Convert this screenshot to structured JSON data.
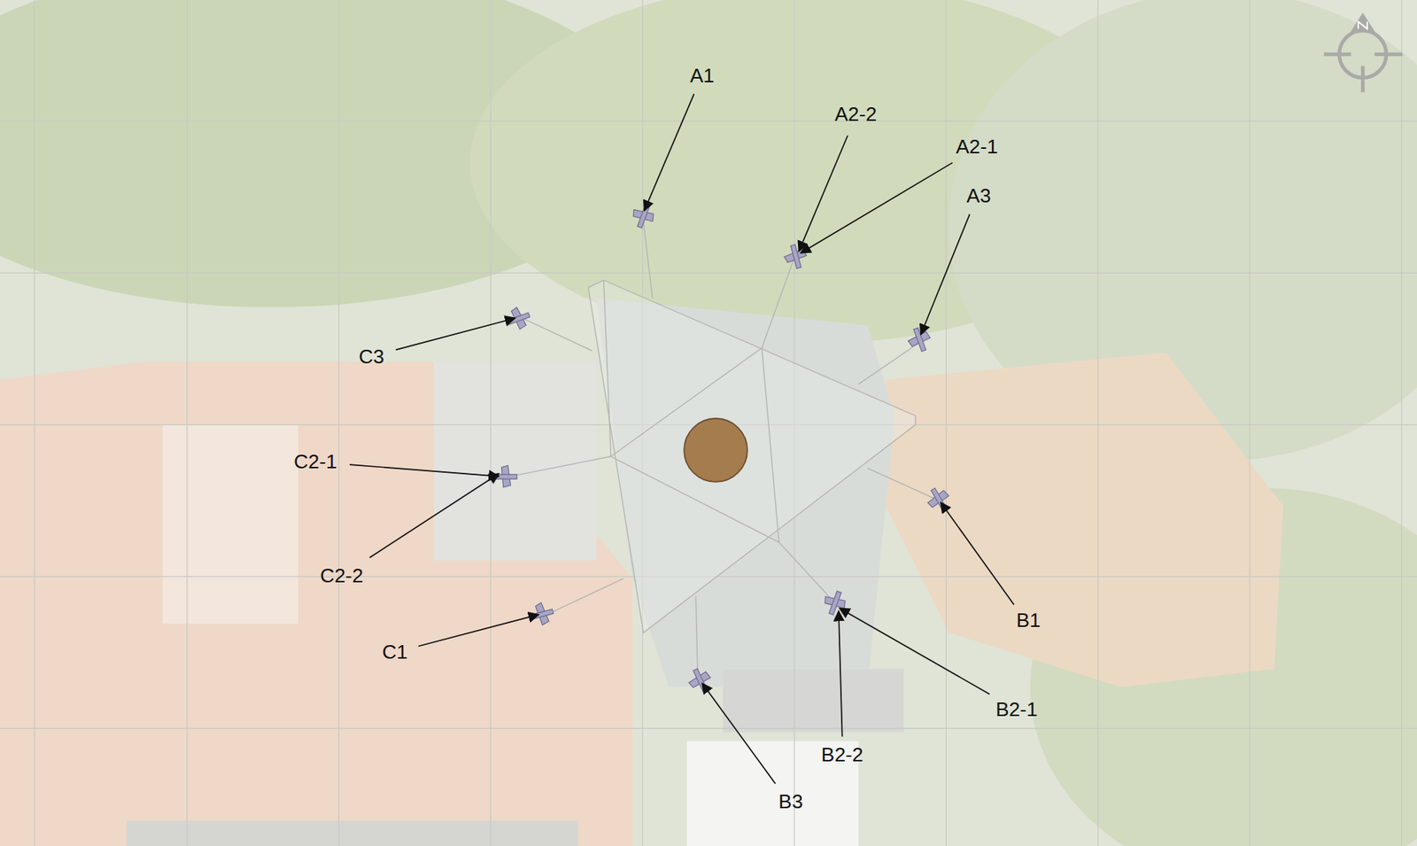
{
  "diagram": {
    "labels": [
      "A1",
      "A2-2",
      "A2-1",
      "A3",
      "C3",
      "C2-1",
      "C2-2",
      "C1",
      "B1",
      "B2-1",
      "B2-2",
      "B3"
    ]
  }
}
